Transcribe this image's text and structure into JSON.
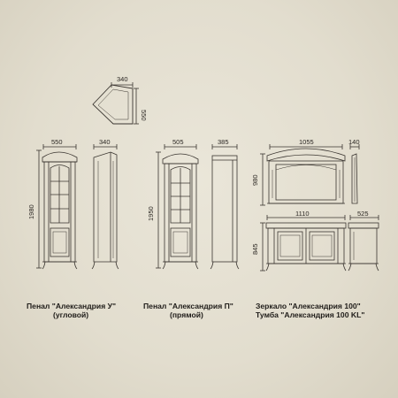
{
  "corner_plan": {
    "width": "340",
    "depth": "550"
  },
  "corner_cabinet": {
    "width": "550",
    "depth": "340",
    "height": "1980"
  },
  "straight_cabinet": {
    "width": "505",
    "depth": "385",
    "height": "1950"
  },
  "mirror": {
    "width": "1055",
    "depth": "140",
    "height": "980"
  },
  "vanity": {
    "width": "1110",
    "depth": "525",
    "height": "845"
  },
  "captions": {
    "corner_line1": "Пенал \"Александрия У\"",
    "corner_line2": "(угловой)",
    "straight_line1": "Пенал \"Александрия П\"",
    "straight_line2": "(прямой)",
    "mirror_line": "Зеркало \"Александрия 100\"",
    "vanity_line": "Тумба \"Александрия 100 KL\""
  },
  "colors": {
    "background": "#e6e1d3",
    "line": "#3a3530",
    "text": "#1f1c19"
  }
}
